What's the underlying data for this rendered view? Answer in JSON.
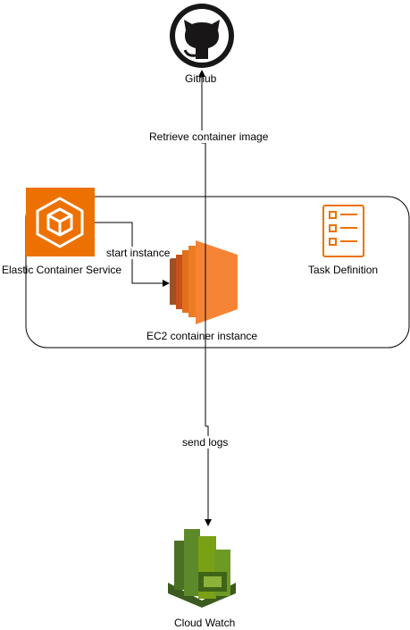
{
  "nodes": {
    "github": {
      "label": "Github",
      "icon": "github-icon"
    },
    "ecs": {
      "label": "Elastic Container Service",
      "icon": "ecs-icon",
      "color": "#ED7100"
    },
    "ec2": {
      "label": "EC2 container instance",
      "icon": "ec2-instance-icon",
      "color": "#ED7100"
    },
    "task": {
      "label": "Task Definition",
      "icon": "task-definition-icon",
      "color": "#ED7100"
    },
    "cloudwatch": {
      "label": "Cloud Watch",
      "icon": "cloudwatch-icon",
      "color": "#7AA116"
    }
  },
  "edges": {
    "retrieve": {
      "label": "Retrieve container image"
    },
    "start": {
      "label": "start instance"
    },
    "logs": {
      "label": "send logs"
    }
  }
}
